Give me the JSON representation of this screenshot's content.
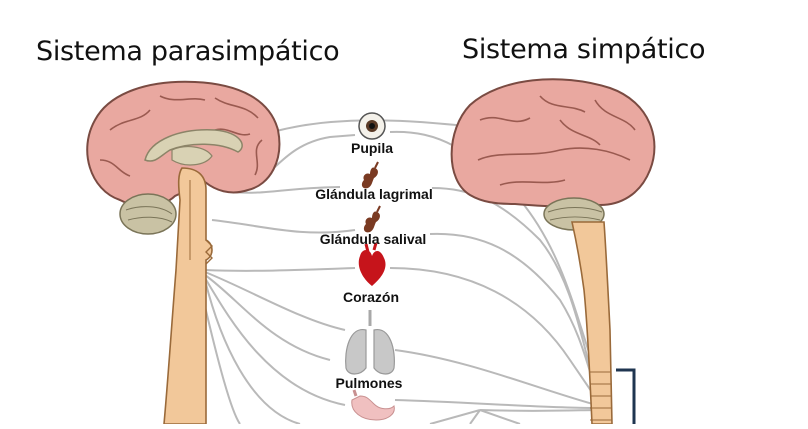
{
  "titles": {
    "parasympathetic": "Sistema parasimpático",
    "sympathetic": "Sistema simpático"
  },
  "organs": [
    {
      "key": "pupil",
      "label": "Pupila",
      "icon": "eye-icon"
    },
    {
      "key": "lacrimal",
      "label": "Glándula lagrimal",
      "icon": "gland-icon"
    },
    {
      "key": "salivary",
      "label": "Glándula salival",
      "icon": "gland-icon"
    },
    {
      "key": "heart",
      "label": "Corazón",
      "icon": "heart-icon"
    },
    {
      "key": "lungs",
      "label": "Pulmones",
      "icon": "lungs-icon"
    },
    {
      "key": "stomach",
      "label": "",
      "icon": "stomach-icon"
    }
  ],
  "colors": {
    "brain": "#e9a8a0",
    "brain_outline": "#7a4b42",
    "spinal_cord": "#f2c89a",
    "cerebellum": "#c9c2a4",
    "nerve": "#b9b9b9",
    "heart": "#c6141b",
    "lungs": "#c8c8c8",
    "gland": "#7a3a22",
    "bracket": "#1f3550"
  }
}
